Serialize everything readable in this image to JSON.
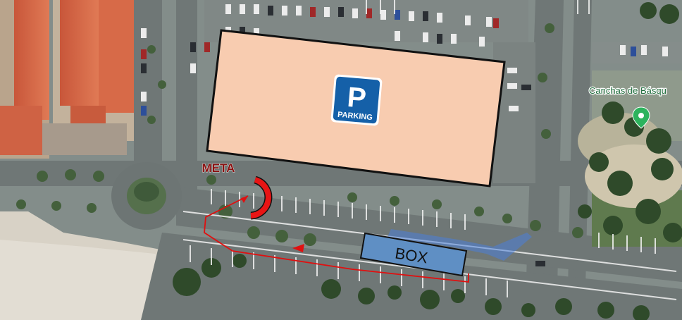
{
  "map": {
    "place_label": "Canchas de Básqu",
    "parking": {
      "sign_letter": "P",
      "sign_text": "PARKING"
    },
    "finish_label": "META",
    "box_label": "BOX"
  },
  "colors": {
    "parking_fill": "#f8ccb0",
    "sign_blue": "#1560a8",
    "box_fill": "#5f8fc4",
    "route_red": "#e01010",
    "finish_text": "#8a1010",
    "pin_green": "#2db35d"
  },
  "icons": {
    "place_pin": "location-pin-icon",
    "parking_sign": "parking-sign-icon"
  }
}
